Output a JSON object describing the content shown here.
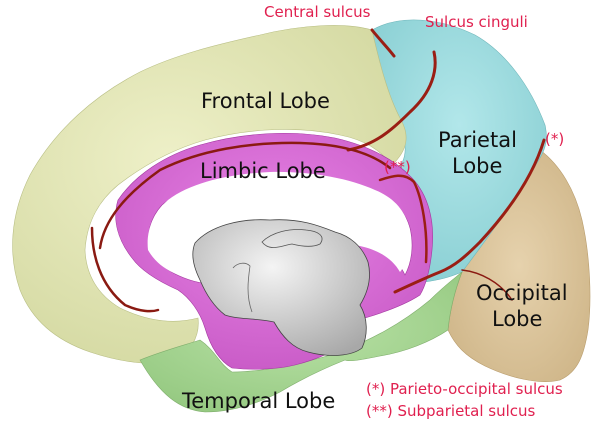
{
  "figure": {
    "title": "Medial view of the cerebral hemisphere — lobes"
  },
  "colors": {
    "frontal": "#e3e7b6",
    "parietal": "#9fdcdf",
    "occipital": "#dcc49a",
    "temporal": "#a9d795",
    "limbic": "#d86ad6",
    "diencephalon": "#cdcdcd",
    "sulcus": "#9a1e14",
    "annotation": "#e0204f",
    "label": "#111111"
  },
  "lobes": {
    "frontal": "Frontal Lobe",
    "parietal_line1": "Parietal",
    "parietal_line2": "Lobe",
    "occipital_line1": "Occipital",
    "occipital_line2": "Lobe",
    "temporal": "Temporal Lobe",
    "limbic": "Limbic Lobe"
  },
  "annotations": {
    "central_sulcus": "Central sulcus",
    "sulcus_cinguli": "Sulcus cinguli",
    "parieto_occipital_marker": "(*)",
    "subparietal_marker": "(**)"
  },
  "legend": [
    "(*) Parieto-occipital sulcus",
    "(**) Subparietal sulcus"
  ]
}
